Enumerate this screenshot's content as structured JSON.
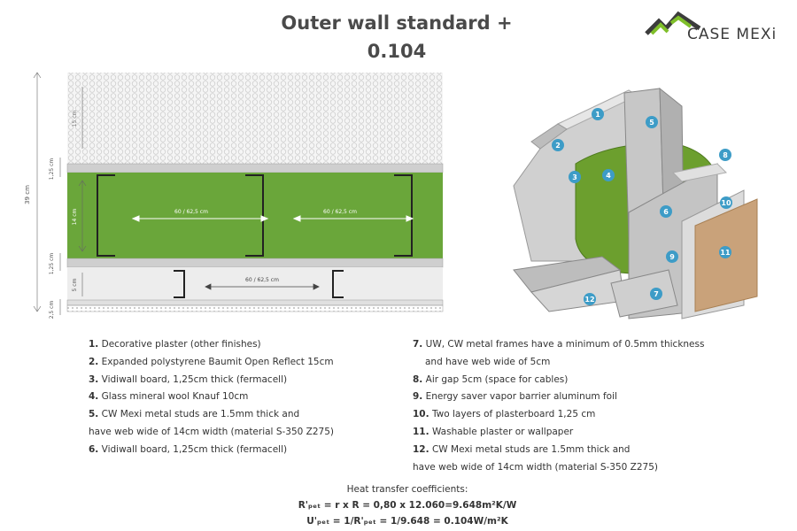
{
  "title_line1": "Outer wall standard +",
  "title_line2": "0.104",
  "logo": {
    "text": "CASE MEXi",
    "colors": {
      "roof_dark": "#3c3c3c",
      "roof_green": "#7fbf2a"
    }
  },
  "section": {
    "dim_total": "39 cm",
    "dim_top": "1,25 cm",
    "dim_eps": "15 cm",
    "dim_wool": "14 cm",
    "dim_bottom": "1,25 cm",
    "dim_gap": "5 cm",
    "dim_last": "2,5 cm",
    "spacing_label": "60 / 62,5 cm",
    "colors": {
      "wool": "#6aa63a",
      "board": "#d8d8d8",
      "eps": "#f2f2f2",
      "gap": "#ececec"
    }
  },
  "iso_numbers": [
    "1",
    "2",
    "3",
    "4",
    "5",
    "6",
    "7",
    "8",
    "9",
    "10",
    "11",
    "12"
  ],
  "iso_colors": {
    "badge": "#3d9cc7",
    "wool": "#6c9f2e",
    "plaster": "#c9a27a",
    "metal": "#c7c7c7"
  },
  "legend_left": [
    {
      "num": "1.",
      "text": "Decorative plaster (other finishes)"
    },
    {
      "num": "2.",
      "text": "Expanded polystyrene Baumit Open Reflect 15cm"
    },
    {
      "num": "3.",
      "text": "Vidiwall board, 1,25cm thick (fermacell)"
    },
    {
      "num": "4.",
      "text": "Glass mineral wool Knauf 10cm"
    },
    {
      "num": "5.",
      "text": "CW Mexi metal studs are 1.5mm thick and"
    },
    {
      "num": "",
      "text": "have web wide of 14cm width (material S-350 Z275)"
    },
    {
      "num": "6.",
      "text": "Vidiwall board, 1,25cm thick (fermacell)"
    }
  ],
  "legend_right": [
    {
      "num": "7.",
      "text": "UW, CW metal frames have a minimum of 0.5mm thickness"
    },
    {
      "num": "",
      "text": "and have web wide of 5cm"
    },
    {
      "num": "8.",
      "text": "Air gap 5cm (space for cables)"
    },
    {
      "num": "9.",
      "text": "Energy saver vapor barrier aluminum foil"
    },
    {
      "num": "10.",
      "text": "Two layers of plasterboard 1,25 cm"
    },
    {
      "num": "11.",
      "text": "Washable plaster or wallpaper"
    },
    {
      "num": "12.",
      "text": "CW Mexi metal studs are 1.5mm thick and"
    },
    {
      "num": "",
      "text": "have web wide of 14cm width (material S-350 Z275)"
    }
  ],
  "coefficients": {
    "heading": "Heat transfer coefficients:",
    "formula1": "R'ₚₑₜ = r x R = 0,80 x 12.060=9.648m²K/W",
    "formula2": "U'ₚₑₜ = 1/R'ₚₑₜ = 1/9.648 = 0.104W/m²K"
  }
}
